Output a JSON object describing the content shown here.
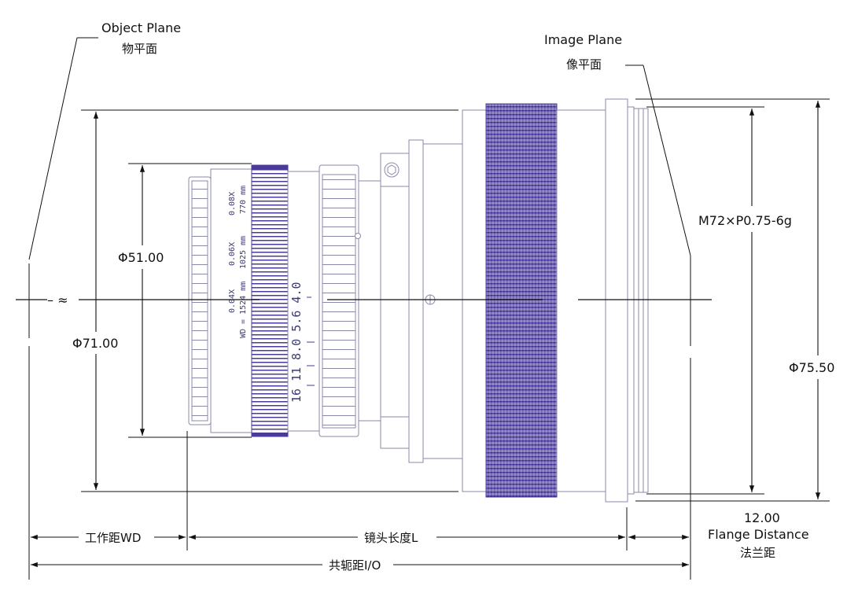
{
  "labels": {
    "object_plane_en": "Object Plane",
    "object_plane_cn": "物平面",
    "image_plane_en": "Image Plane",
    "image_plane_cn": "像平面",
    "thread_spec": "M72×P0.75-6g",
    "dia_51": "Φ51.00",
    "dia_71": "Φ71.00",
    "dia_75": "Φ75.50",
    "approx_mark": "– ≈",
    "working_distance": "工作距WD",
    "lens_length": "镜头长度L",
    "total_distance": "共轭距I/O",
    "flange_value": "12.00",
    "flange_en": "Flange Distance",
    "flange_cn": "法兰距"
  },
  "lens_markings": {
    "mag_1": "0.04X",
    "wd_1": "WD = 1524 mm",
    "mag_2": "0.06X",
    "wd_2": "1025 mm",
    "mag_3": "0.08X",
    "wd_3": "770 mm",
    "fstop_scale": "16 11 8.0 5.6 4.0"
  },
  "colors": {
    "line": "#111111",
    "knurl": "#4b3a9c",
    "knurl_dark": "#2c1f78",
    "body_line": "#8a8aa8"
  }
}
